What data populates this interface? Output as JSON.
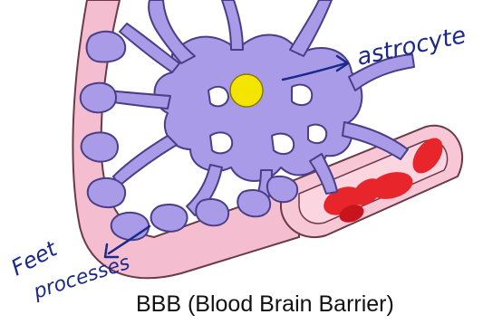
{
  "diagram": {
    "caption": "BBB (Blood Brain Barrier)",
    "annotations": {
      "astrocyte": "astrocyte",
      "feet": "Feet",
      "processes": "processes"
    },
    "colors": {
      "astrocyte_fill": "#a99be8",
      "astrocyte_stroke": "#4a3f86",
      "nucleus": "#f3e500",
      "vessel_wall": "#f5bdd0",
      "vessel_stroke": "#6b3a49",
      "red_cell": "#e8252b",
      "annotation_ink": "#1b2a8a"
    }
  }
}
